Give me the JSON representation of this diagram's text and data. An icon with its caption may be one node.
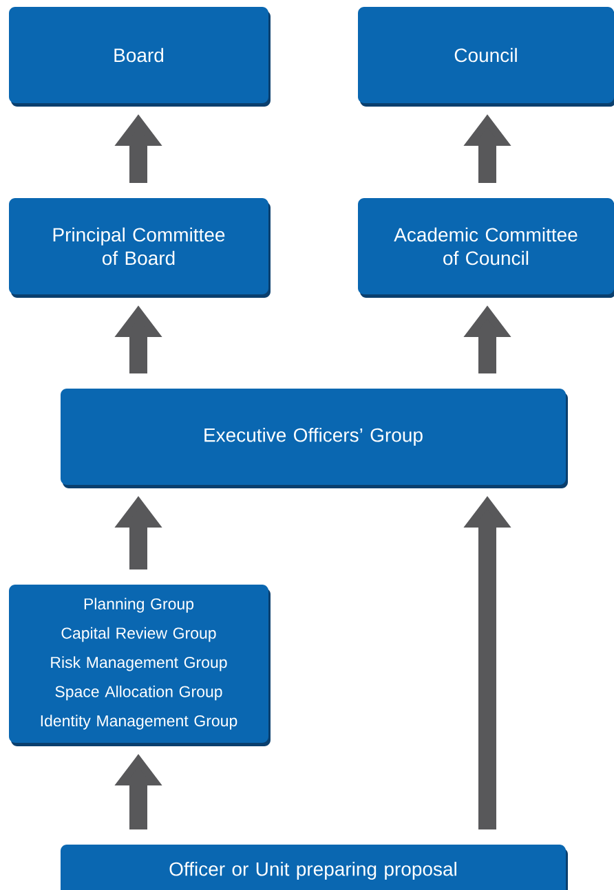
{
  "diagram": {
    "nodes": [
      {
        "text": [
          "Board"
        ]
      },
      {
        "text": [
          "Council"
        ]
      },
      {
        "text": [
          "Principal Committee of Board"
        ]
      },
      {
        "text": [
          "Academic Committee of Council"
        ]
      },
      {
        "text": [
          "Executive Officers’ Group"
        ]
      },
      {
        "text": [
          "Planning Group",
          "Capital Review Group",
          "Risk Management Group",
          "Space Allocation Group",
          "Identity Management Group"
        ]
      },
      {
        "text": [
          "Officer or Unit preparing proposal"
        ]
      }
    ],
    "edges": [
      {
        "from": 2,
        "to": 0,
        "arrow": "to"
      },
      {
        "from": 3,
        "to": 1,
        "arrow": "to"
      },
      {
        "from": 4,
        "to": 2,
        "arrow": "to"
      },
      {
        "from": 4,
        "to": 3,
        "arrow": "to"
      },
      {
        "from": 5,
        "to": 4,
        "arrow": "to"
      },
      {
        "from": 6,
        "to": 5,
        "arrow": "to"
      },
      {
        "from": 6,
        "to": 4,
        "arrow": "to"
      }
    ]
  }
}
